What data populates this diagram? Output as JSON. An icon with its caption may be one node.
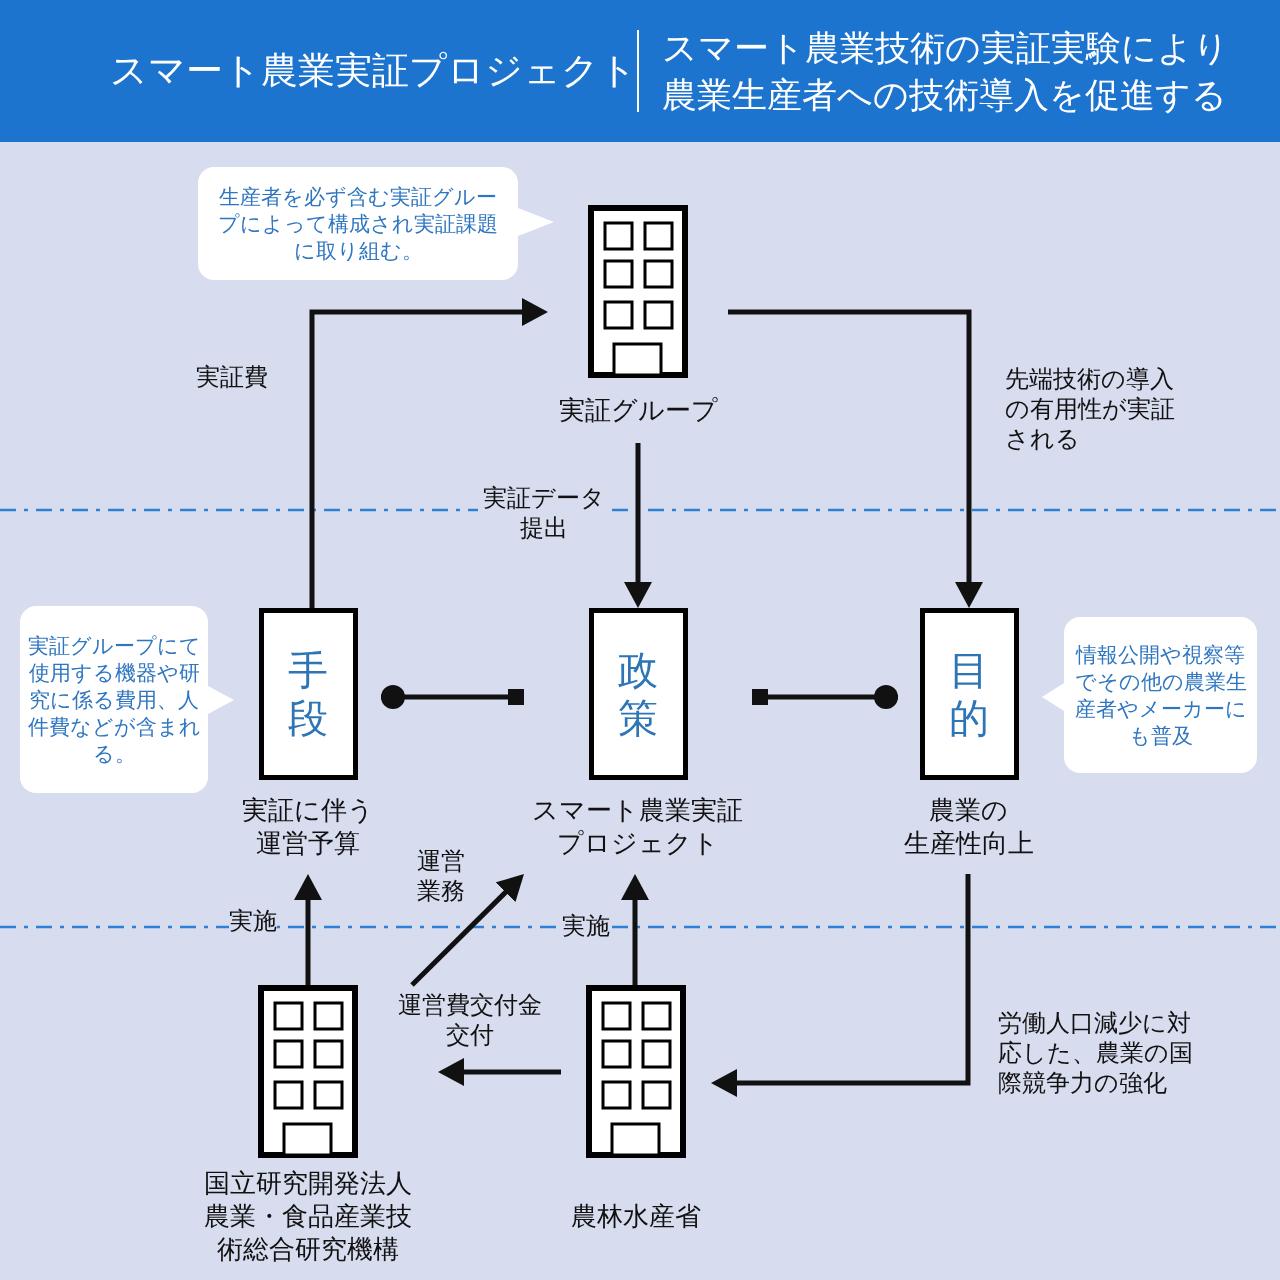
{
  "diagram": {
    "title": "スマート農業実証プロジェクト",
    "nodes": [
      {
        "text": [
          "生産者を必ず含む実証グループによって構成され実証課題に取り組む。"
        ]
      },
      {
        "text": [
          "実証グループ"
        ]
      },
      {
        "text": [
          "実証グループにて使用する機器や研究に係る費用、人件費などが含まれる。"
        ]
      },
      {
        "text": [
          "手段",
          "実証に伴う運営予算"
        ]
      },
      {
        "text": [
          "政策",
          "スマート農業実証プロジェクト"
        ]
      },
      {
        "text": [
          "目的",
          "農業の生産性向上"
        ]
      },
      {
        "text": [
          "情報公開や視察等でその他の農業生産者やメーカーにも普及"
        ]
      },
      {
        "text": [
          "国立研究開発法人農業・食品産業技術総合研究機構"
        ]
      },
      {
        "text": [
          "農林水産省"
        ]
      }
    ],
    "edges": [
      {
        "from": 3,
        "to": 1,
        "arrow": "to",
        "label": "実証費"
      },
      {
        "from": 1,
        "to": 5,
        "arrow": "to",
        "label": "先端技術の導入の有用性が実証される"
      },
      {
        "from": 1,
        "to": 4,
        "arrow": "to",
        "label": "実証データ提出"
      },
      {
        "from": 3,
        "to": 4,
        "arrow": "other"
      },
      {
        "from": 5,
        "to": 4,
        "arrow": "other"
      },
      {
        "from": 7,
        "to": 3,
        "arrow": "to",
        "label": "実施"
      },
      {
        "from": 7,
        "to": 4,
        "arrow": "to",
        "label": "運営業務"
      },
      {
        "from": 8,
        "to": 4,
        "arrow": "to",
        "label": "実施"
      },
      {
        "from": 8,
        "to": 7,
        "arrow": "to",
        "label": "運営費交付金交付"
      },
      {
        "from": 5,
        "to": 8,
        "arrow": "to",
        "label": "労働人口減少に対応した、農業の国際競争力の強化"
      }
    ],
    "labels": [
      "スマート農業技術の実証実験により農業生産者への技術導入を促進する"
    ]
  }
}
